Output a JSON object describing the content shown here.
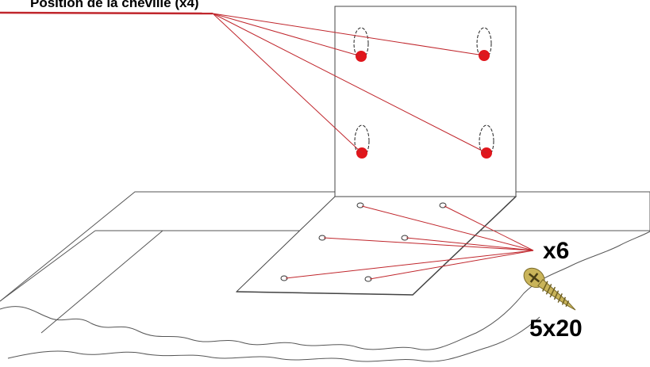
{
  "annotations": {
    "anchor_label": "Position de la cheville (x4)",
    "screw_quantity": "x6",
    "screw_size": "5x20"
  },
  "colors": {
    "leader_line": "#c0262c",
    "anchor_dot": "#e0161c",
    "outline": "#444444",
    "screw_body": "#c9b45a"
  },
  "icons": {
    "screw": "wood-screw-icon"
  }
}
